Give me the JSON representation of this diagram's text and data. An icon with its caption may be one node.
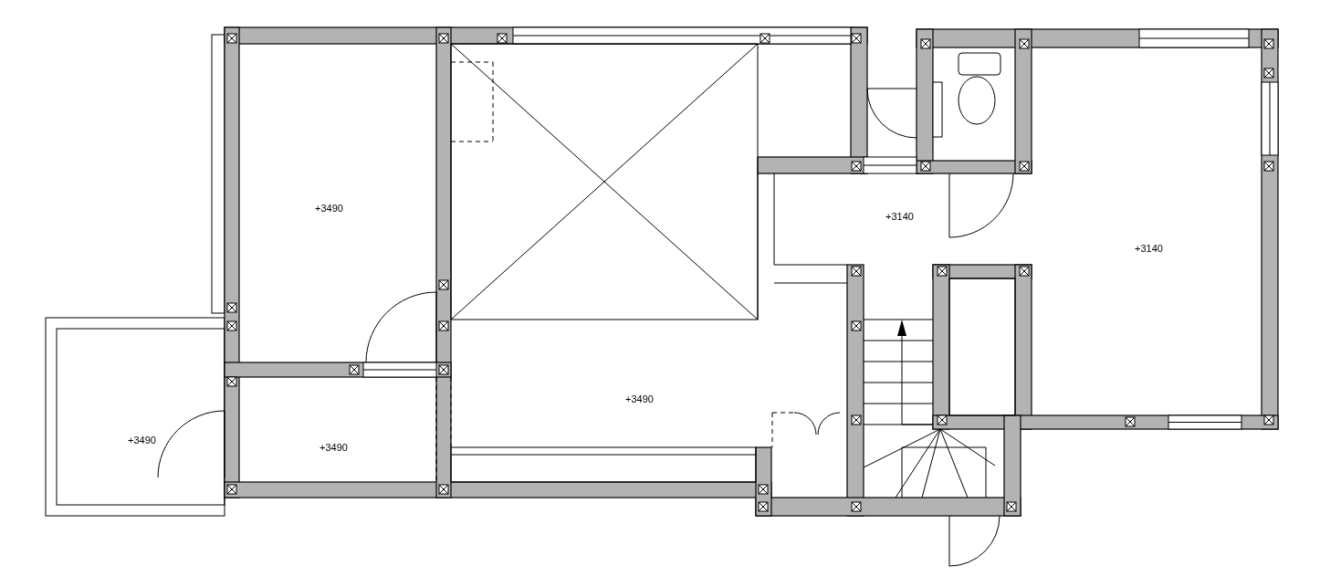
{
  "diagram": {
    "labels": [
      "+3490",
      "+3490",
      "+3490",
      "+3490",
      "+3140",
      "+3140"
    ]
  }
}
